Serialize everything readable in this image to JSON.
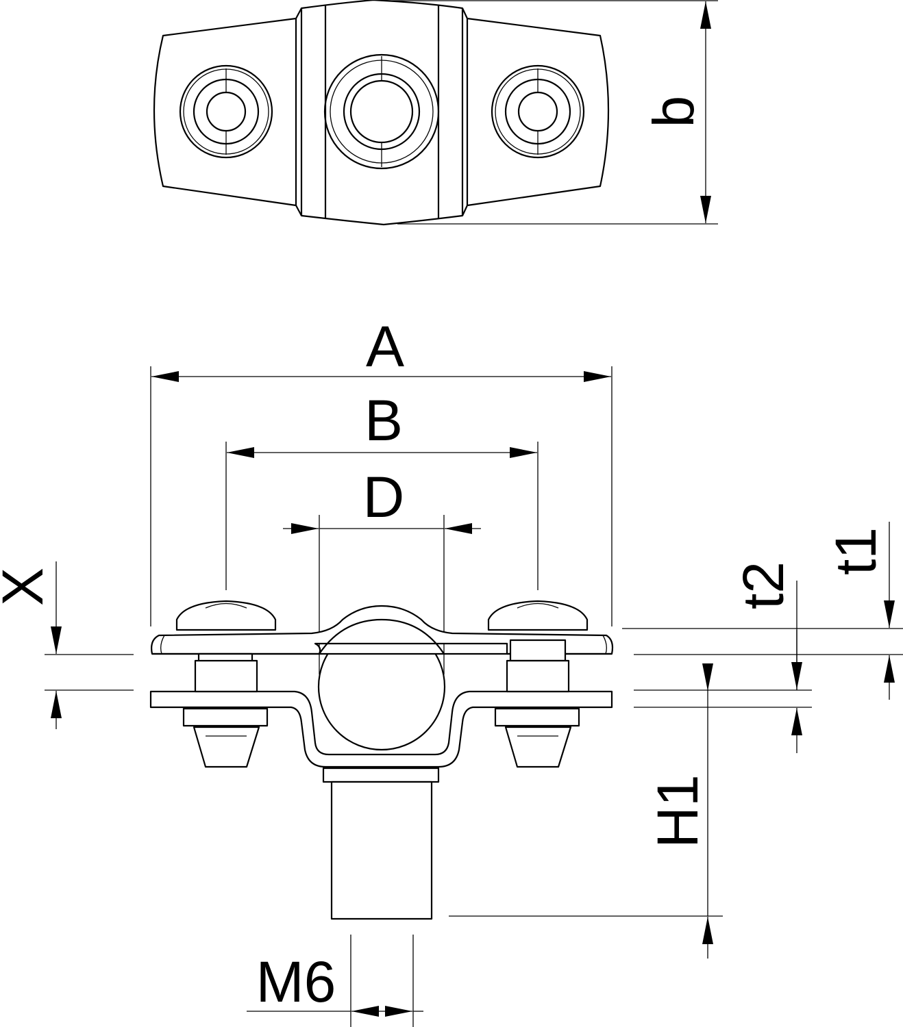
{
  "drawing": {
    "labels": {
      "b": "b",
      "A": "A",
      "B": "B",
      "D": "D",
      "X": "X",
      "t2": "t2",
      "t1": "t1",
      "H1": "H1",
      "M6": "M6"
    },
    "line_color": "#000000",
    "background": "#ffffff"
  }
}
